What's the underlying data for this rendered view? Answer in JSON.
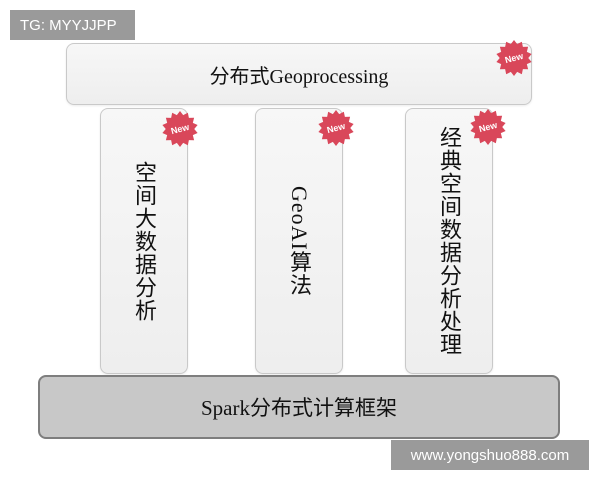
{
  "watermarks": {
    "top": "TG: MYYJJPP",
    "bottom": "www.yongshuo888.com"
  },
  "roof": {
    "label": "分布式Geoprocessing",
    "badge": "New"
  },
  "pillars": [
    {
      "label": "空间大数据分析",
      "badge": "New"
    },
    {
      "label": "GeoAI算法",
      "badge": "New"
    },
    {
      "label": "经典空间数据分析处理",
      "badge": "New"
    }
  ],
  "foundation": {
    "label": "Spark分布式计算框架"
  },
  "colors": {
    "badge": "#d9475a",
    "box_fill": "#f2f2f2",
    "foundation_fill": "#c8c8c8",
    "watermark_bg": "#9a9a9a"
  }
}
